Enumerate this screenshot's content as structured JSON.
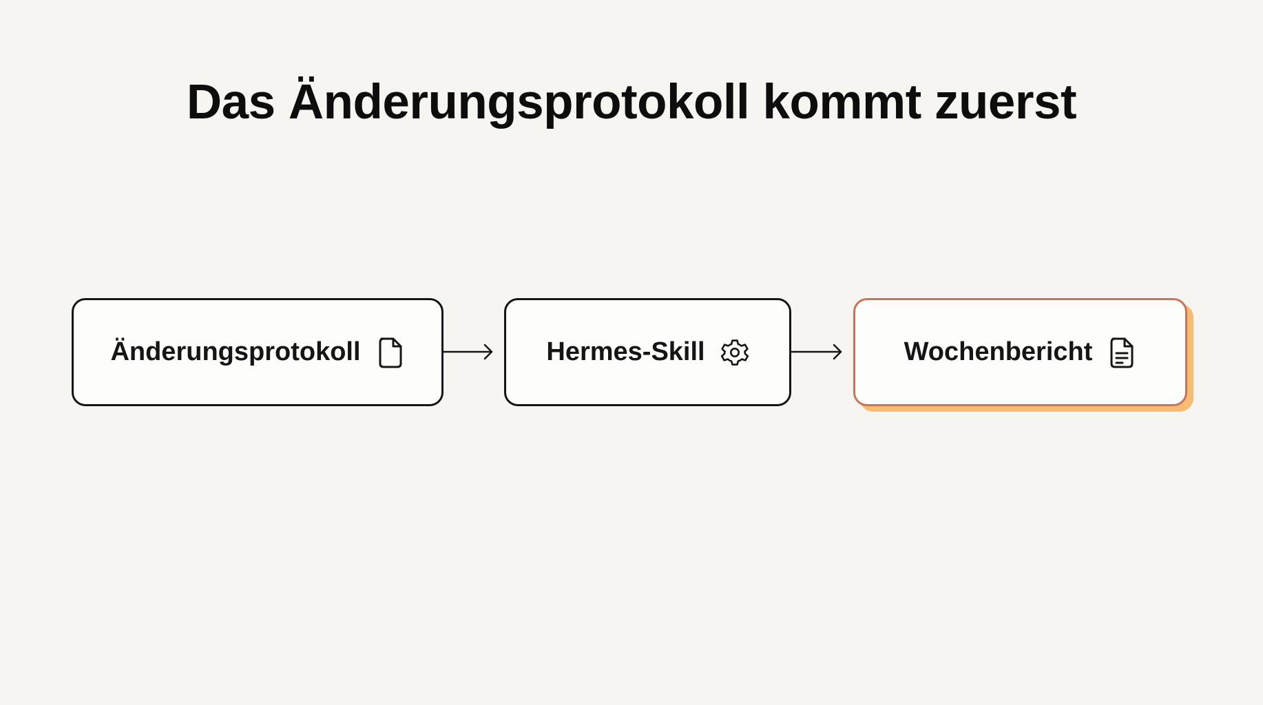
{
  "title": "Das Änderungsprotokoll kommt zuerst",
  "nodes": [
    {
      "label": "Änderungsprotokoll",
      "icon": "file-icon"
    },
    {
      "label": "Hermes-Skill",
      "icon": "gear-icon"
    },
    {
      "label": "Wochenbericht",
      "icon": "document-text-icon",
      "highlight": true
    }
  ],
  "colors": {
    "background": "#f6f5f1",
    "node_border": "#141414",
    "highlight_border": "#c9735a",
    "highlight_shadow": "#f6bc72"
  }
}
